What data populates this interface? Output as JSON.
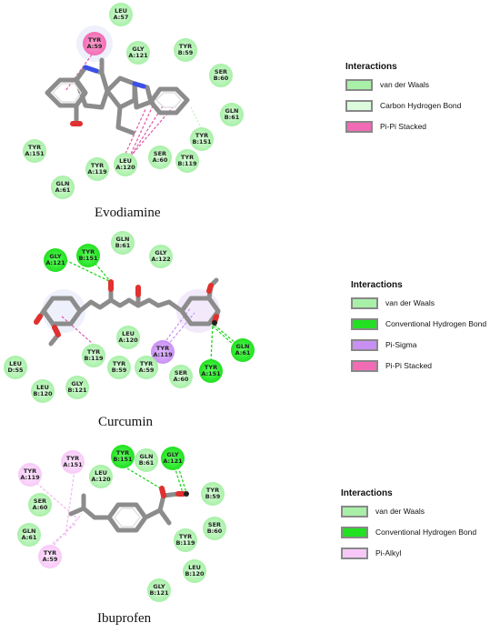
{
  "colors": {
    "van_der_waals": "#a8f0a8",
    "conventional_hbond": "#22e022",
    "carbon_hbond": "#dcfadc",
    "pi_pi_stacked": "#f26bb5",
    "pi_sigma": "#c890f2",
    "pi_alkyl": "#f7c8f7",
    "bond": "#8c8c8c",
    "oxygen": "#e03030",
    "nitrogen": "#3a50e8"
  },
  "panels": [
    {
      "caption": "Evodiamine",
      "legend": {
        "title": "Interactions",
        "items": [
          {
            "label": "van der Waals",
            "type": "vdw"
          },
          {
            "label": "Carbon Hydrogen Bond",
            "type": "carbon"
          },
          {
            "label": "Pi-Pi Stacked",
            "type": "pistack"
          }
        ]
      },
      "residues": [
        {
          "id": "e-leu-a57",
          "l1": "LEU",
          "l2": "A:57",
          "type": "vdw"
        },
        {
          "id": "e-tyr-a59",
          "l1": "TYR",
          "l2": "A:59",
          "type": "pistack"
        },
        {
          "id": "e-gly-a121",
          "l1": "GLY",
          "l2": "A:121",
          "type": "vdw"
        },
        {
          "id": "e-tyr-b59",
          "l1": "TYR",
          "l2": "B:59",
          "type": "vdw"
        },
        {
          "id": "e-ser-b60",
          "l1": "SER",
          "l2": "B:60",
          "type": "vdw"
        },
        {
          "id": "e-gln-b61",
          "l1": "GLN",
          "l2": "B:61",
          "type": "vdw"
        },
        {
          "id": "e-tyr-b151",
          "l1": "TYR",
          "l2": "B:151",
          "type": "vdw"
        },
        {
          "id": "e-tyr-b119",
          "l1": "TYR",
          "l2": "B:119",
          "type": "vdw"
        },
        {
          "id": "e-ser-a60",
          "l1": "SER",
          "l2": "A:60",
          "type": "vdw"
        },
        {
          "id": "e-leu-a120",
          "l1": "LEU",
          "l2": "A:120",
          "type": "vdw"
        },
        {
          "id": "e-tyr-a119",
          "l1": "TYR",
          "l2": "A:119",
          "type": "vdw"
        },
        {
          "id": "e-tyr-a151",
          "l1": "TYR",
          "l2": "A:151",
          "type": "vdw"
        },
        {
          "id": "e-gln-a61",
          "l1": "GLN",
          "l2": "A:61",
          "type": "vdw"
        }
      ]
    },
    {
      "caption": "Curcumin",
      "legend": {
        "title": "Interactions",
        "items": [
          {
            "label": "van der Waals",
            "type": "vdw"
          },
          {
            "label": "Conventional Hydrogen Bond",
            "type": "hb"
          },
          {
            "label": "Pi-Sigma",
            "type": "sigma"
          },
          {
            "label": "Pi-Pi Stacked",
            "type": "pistack"
          }
        ]
      },
      "residues": [
        {
          "id": "c-gly-a121",
          "l1": "GLY",
          "l2": "A:121",
          "type": "hb"
        },
        {
          "id": "c-tyr-b151",
          "l1": "TYR",
          "l2": "B:151",
          "type": "hb"
        },
        {
          "id": "c-gln-b61",
          "l1": "GLN",
          "l2": "B:61",
          "type": "vdw"
        },
        {
          "id": "c-gly-a122",
          "l1": "GLY",
          "l2": "A:122",
          "type": "vdw"
        },
        {
          "id": "c-leu-d55",
          "l1": "LEU",
          "l2": "D:55",
          "type": "vdw"
        },
        {
          "id": "c-tyr-b119",
          "l1": "TYR",
          "l2": "B:119",
          "type": "vdw"
        },
        {
          "id": "c-leu-a120",
          "l1": "LEU",
          "l2": "A:120",
          "type": "vdw"
        },
        {
          "id": "c-tyr-a119",
          "l1": "TYR",
          "l2": "A:119",
          "type": "sigma"
        },
        {
          "id": "c-tyr-b59",
          "l1": "TYR",
          "l2": "B:59",
          "type": "vdw"
        },
        {
          "id": "c-tyr-a59",
          "l1": "TYR",
          "l2": "A:59",
          "type": "vdw"
        },
        {
          "id": "c-ser-a60",
          "l1": "SER",
          "l2": "A:60",
          "type": "vdw"
        },
        {
          "id": "c-tyr-a151",
          "l1": "TYR",
          "l2": "A:151",
          "type": "hb"
        },
        {
          "id": "c-gln-a61",
          "l1": "GLN",
          "l2": "A:61",
          "type": "hb"
        },
        {
          "id": "c-leu-b120",
          "l1": "LEU",
          "l2": "B:120",
          "type": "vdw"
        },
        {
          "id": "c-gly-b121",
          "l1": "GLY",
          "l2": "B:121",
          "type": "vdw"
        }
      ]
    },
    {
      "caption": "Ibuprofen",
      "legend": {
        "title": "Interactions",
        "items": [
          {
            "label": "van der Waals",
            "type": "vdw"
          },
          {
            "label": "Conventional Hydrogen Bond",
            "type": "hb"
          },
          {
            "label": "Pi-Alkyl",
            "type": "alkyl"
          }
        ]
      },
      "residues": [
        {
          "id": "i-tyr-a119",
          "l1": "TYR",
          "l2": "A:119",
          "type": "alkyl"
        },
        {
          "id": "i-tyr-a151",
          "l1": "TYR",
          "l2": "A:151",
          "type": "alkyl"
        },
        {
          "id": "i-leu-a120",
          "l1": "LEU",
          "l2": "A:120",
          "type": "vdw"
        },
        {
          "id": "i-tyr-b151",
          "l1": "TYR",
          "l2": "B:151",
          "type": "hb"
        },
        {
          "id": "i-gln-b61",
          "l1": "GLN",
          "l2": "B:61",
          "type": "vdw"
        },
        {
          "id": "i-gly-a121",
          "l1": "GLY",
          "l2": "A:121",
          "type": "hb"
        },
        {
          "id": "i-tyr-b59",
          "l1": "TYR",
          "l2": "B:59",
          "type": "vdw"
        },
        {
          "id": "i-ser-a60",
          "l1": "SER",
          "l2": "A:60",
          "type": "vdw"
        },
        {
          "id": "i-gln-a61",
          "l1": "GLN",
          "l2": "A:61",
          "type": "vdw"
        },
        {
          "id": "i-ser-b60",
          "l1": "SER",
          "l2": "B:60",
          "type": "vdw"
        },
        {
          "id": "i-tyr-b119",
          "l1": "TYR",
          "l2": "B:119",
          "type": "vdw"
        },
        {
          "id": "i-tyr-a59",
          "l1": "TYR",
          "l2": "A:59",
          "type": "alkyl"
        },
        {
          "id": "i-leu-b120",
          "l1": "LEU",
          "l2": "B:120",
          "type": "vdw"
        },
        {
          "id": "i-gly-b121",
          "l1": "GLY",
          "l2": "B:121",
          "type": "vdw"
        }
      ]
    }
  ]
}
